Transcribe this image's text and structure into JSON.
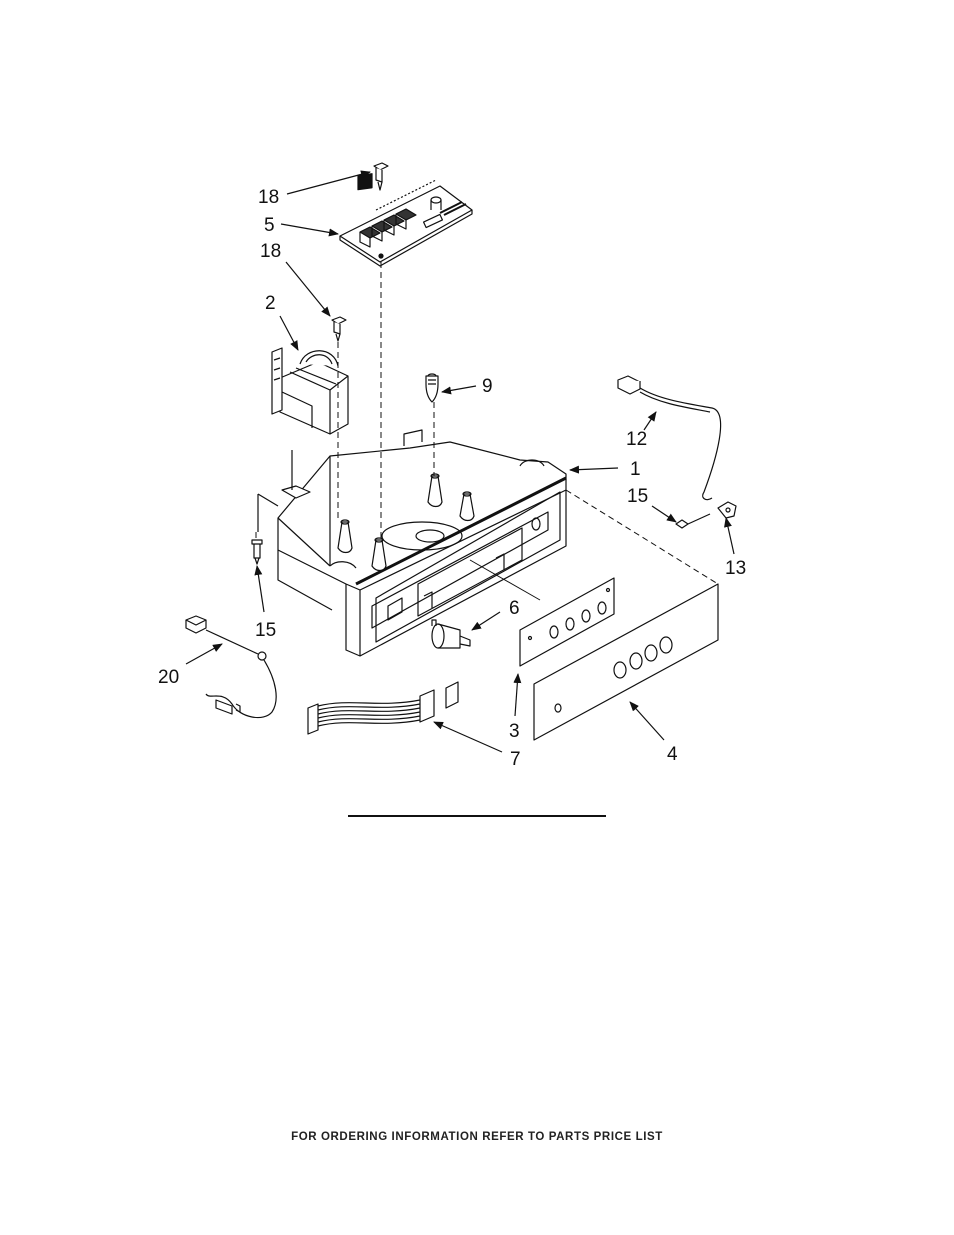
{
  "callouts": {
    "c18a": "18",
    "c5": "5",
    "c18b": "18",
    "c2": "2",
    "c9": "9",
    "c12": "12",
    "c1": "1",
    "c15a": "15",
    "c13": "13",
    "c15b": "15",
    "c6": "6",
    "c20": "20",
    "c3": "3",
    "c4": "4",
    "c7": "7"
  },
  "footer": {
    "text": "FOR ORDERING INFORMATION REFER TO PARTS PRICE LIST"
  }
}
